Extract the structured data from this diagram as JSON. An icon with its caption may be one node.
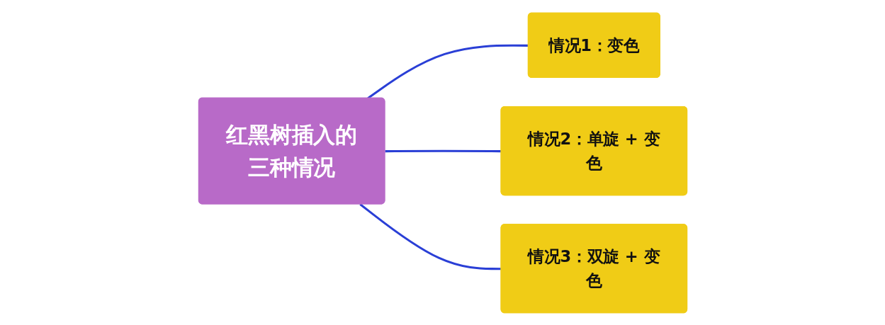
{
  "diagram": {
    "nodes": [
      {
        "text": [
          "红黑树插入的三种情况"
        ]
      },
      {
        "text": [
          "情况1：变色"
        ]
      },
      {
        "text": [
          "情况2：单旋 + 变色"
        ]
      },
      {
        "text": [
          "情况3：双旋 + 变色"
        ]
      }
    ],
    "edges": [
      {
        "from": 0,
        "to": 1,
        "arrow": "none"
      },
      {
        "from": 0,
        "to": 2,
        "arrow": "none"
      },
      {
        "from": 0,
        "to": 3,
        "arrow": "none"
      }
    ]
  }
}
